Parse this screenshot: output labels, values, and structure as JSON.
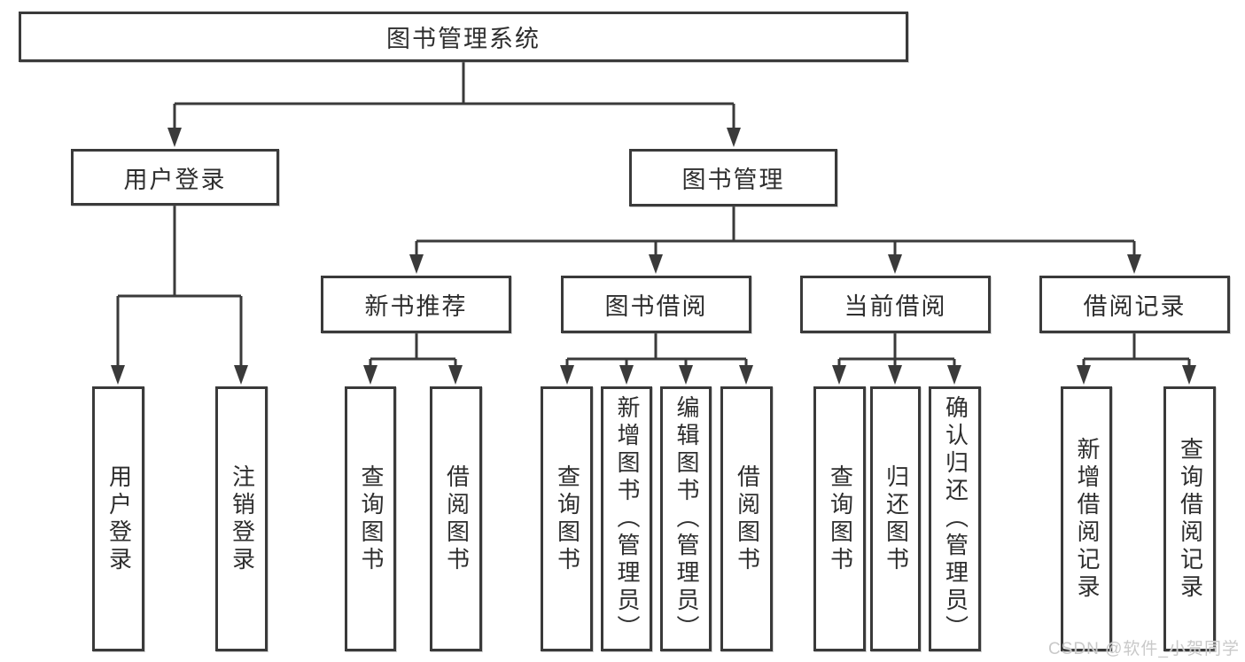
{
  "diagram_title": "图书管理系统",
  "watermark": "CSDN @软件_小贺同学",
  "colors": {
    "line": "#3a3a3a",
    "box_border": "#3a3a3a",
    "text": "#2e2e2e",
    "background": "#ffffff",
    "watermark": "#c6c6c6"
  },
  "tree": {
    "label": "图书管理系统",
    "children": [
      {
        "label": "用户登录",
        "children": [
          {
            "label": "用户登录"
          },
          {
            "label": "注销登录"
          }
        ]
      },
      {
        "label": "图书管理",
        "children": [
          {
            "label": "新书推荐",
            "children": [
              {
                "label": "查询图书"
              },
              {
                "label": "借阅图书"
              }
            ]
          },
          {
            "label": "图书借阅",
            "children": [
              {
                "label": "查询图书"
              },
              {
                "label": "新增图书（管理员）"
              },
              {
                "label": "编辑图书（管理员）"
              },
              {
                "label": "借阅图书"
              }
            ]
          },
          {
            "label": "当前借阅",
            "children": [
              {
                "label": "查询图书"
              },
              {
                "label": "归还图书"
              },
              {
                "label": "确认归还（管理员）"
              }
            ]
          },
          {
            "label": "借阅记录",
            "children": [
              {
                "label": "新增借阅记录"
              },
              {
                "label": "查询借阅记录"
              }
            ]
          }
        ]
      }
    ]
  }
}
